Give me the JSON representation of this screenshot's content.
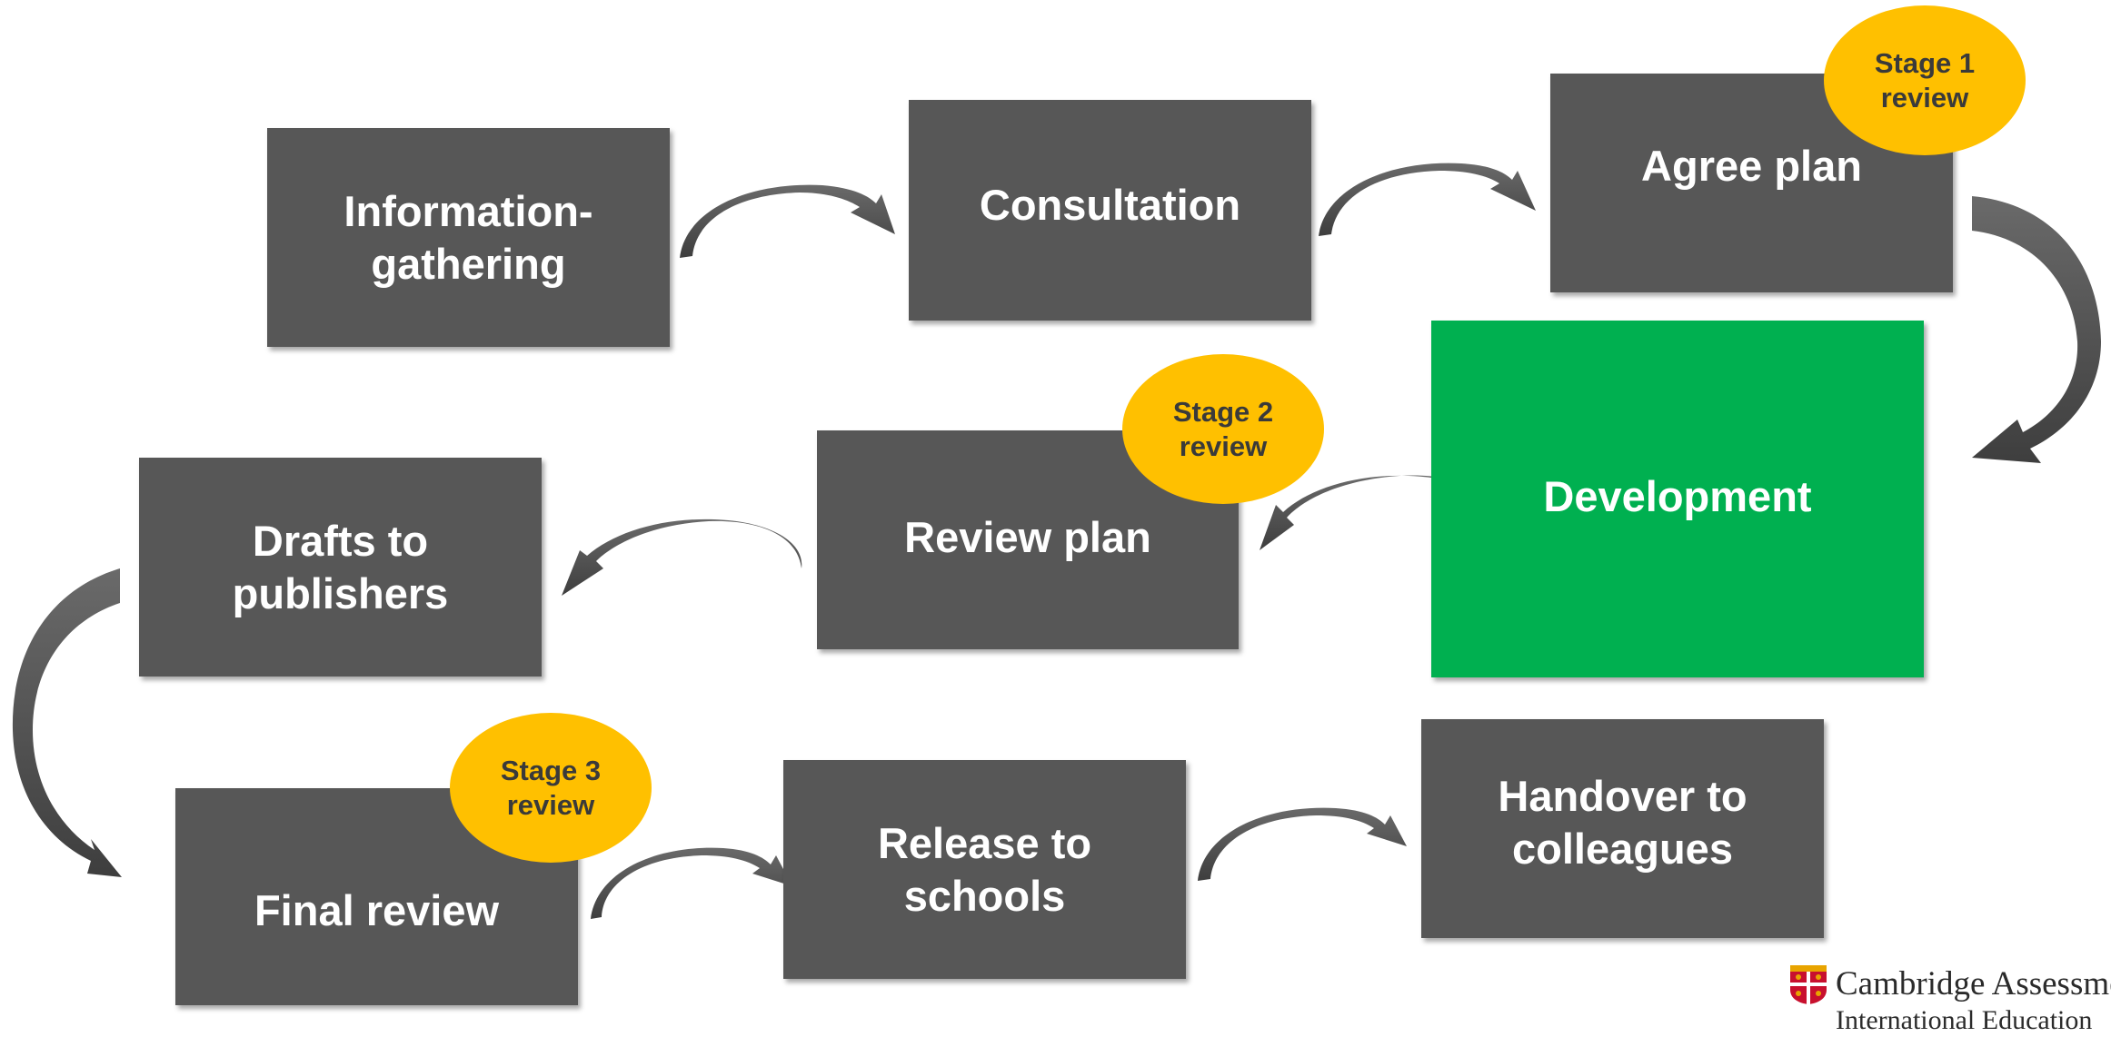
{
  "steps": [
    {
      "id": "information-gathering",
      "label": "Information-\ngathering"
    },
    {
      "id": "consultation",
      "label": "Consultation"
    },
    {
      "id": "agree-plan",
      "label": "Agree plan"
    },
    {
      "id": "development",
      "label": "Development"
    },
    {
      "id": "review-plan",
      "label": "Review plan"
    },
    {
      "id": "drafts-to-publishers",
      "label": "Drafts to\npublishers"
    },
    {
      "id": "final-review",
      "label": "Final review"
    },
    {
      "id": "release-to-schools",
      "label": "Release to\nschools"
    },
    {
      "id": "handover-to-colleagues",
      "label": "Handover to\ncolleagues"
    }
  ],
  "badges": [
    {
      "id": "stage-1",
      "label": "Stage 1\nreview"
    },
    {
      "id": "stage-2",
      "label": "Stage 2\nreview"
    },
    {
      "id": "stage-3",
      "label": "Stage 3\nreview"
    }
  ],
  "logo": {
    "line1": "Cambridge Assessment",
    "line2": "International Education"
  },
  "colors": {
    "box": "#575757",
    "highlight": "#00b050",
    "badge": "#ffc000",
    "arrow": "#4f4f4f",
    "text": "#ffffff"
  }
}
